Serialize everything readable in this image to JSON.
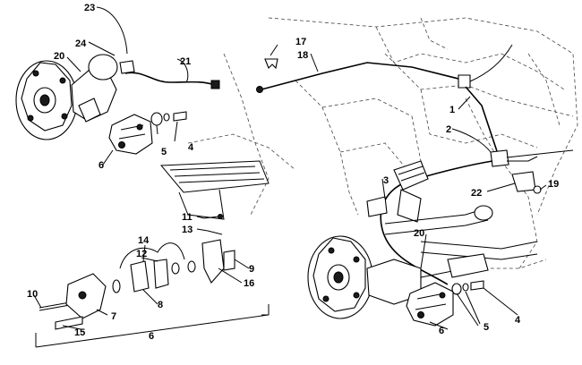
{
  "callouts": [
    {
      "id": "23",
      "text": "23"
    },
    {
      "id": "24",
      "text": "24"
    },
    {
      "id": "20a",
      "text": "20"
    },
    {
      "id": "21",
      "text": "21"
    },
    {
      "id": "17",
      "text": "17"
    },
    {
      "id": "18",
      "text": "18"
    },
    {
      "id": "1",
      "text": "1"
    },
    {
      "id": "2",
      "text": "2"
    },
    {
      "id": "5a",
      "text": "5"
    },
    {
      "id": "4a",
      "text": "4"
    },
    {
      "id": "6a",
      "text": "6"
    },
    {
      "id": "3",
      "text": "3"
    },
    {
      "id": "22",
      "text": "22"
    },
    {
      "id": "19",
      "text": "19"
    },
    {
      "id": "11",
      "text": "11"
    },
    {
      "id": "13",
      "text": "13"
    },
    {
      "id": "14",
      "text": "14"
    },
    {
      "id": "12",
      "text": "12"
    },
    {
      "id": "9",
      "text": "9"
    },
    {
      "id": "16",
      "text": "16"
    },
    {
      "id": "10",
      "text": "10"
    },
    {
      "id": "7",
      "text": "7"
    },
    {
      "id": "8",
      "text": "8"
    },
    {
      "id": "15",
      "text": "15"
    },
    {
      "id": "6b",
      "text": "6"
    },
    {
      "id": "20b",
      "text": "20"
    },
    {
      "id": "4b",
      "text": "4"
    },
    {
      "id": "5b",
      "text": "5"
    },
    {
      "id": "6c",
      "text": "6"
    }
  ]
}
